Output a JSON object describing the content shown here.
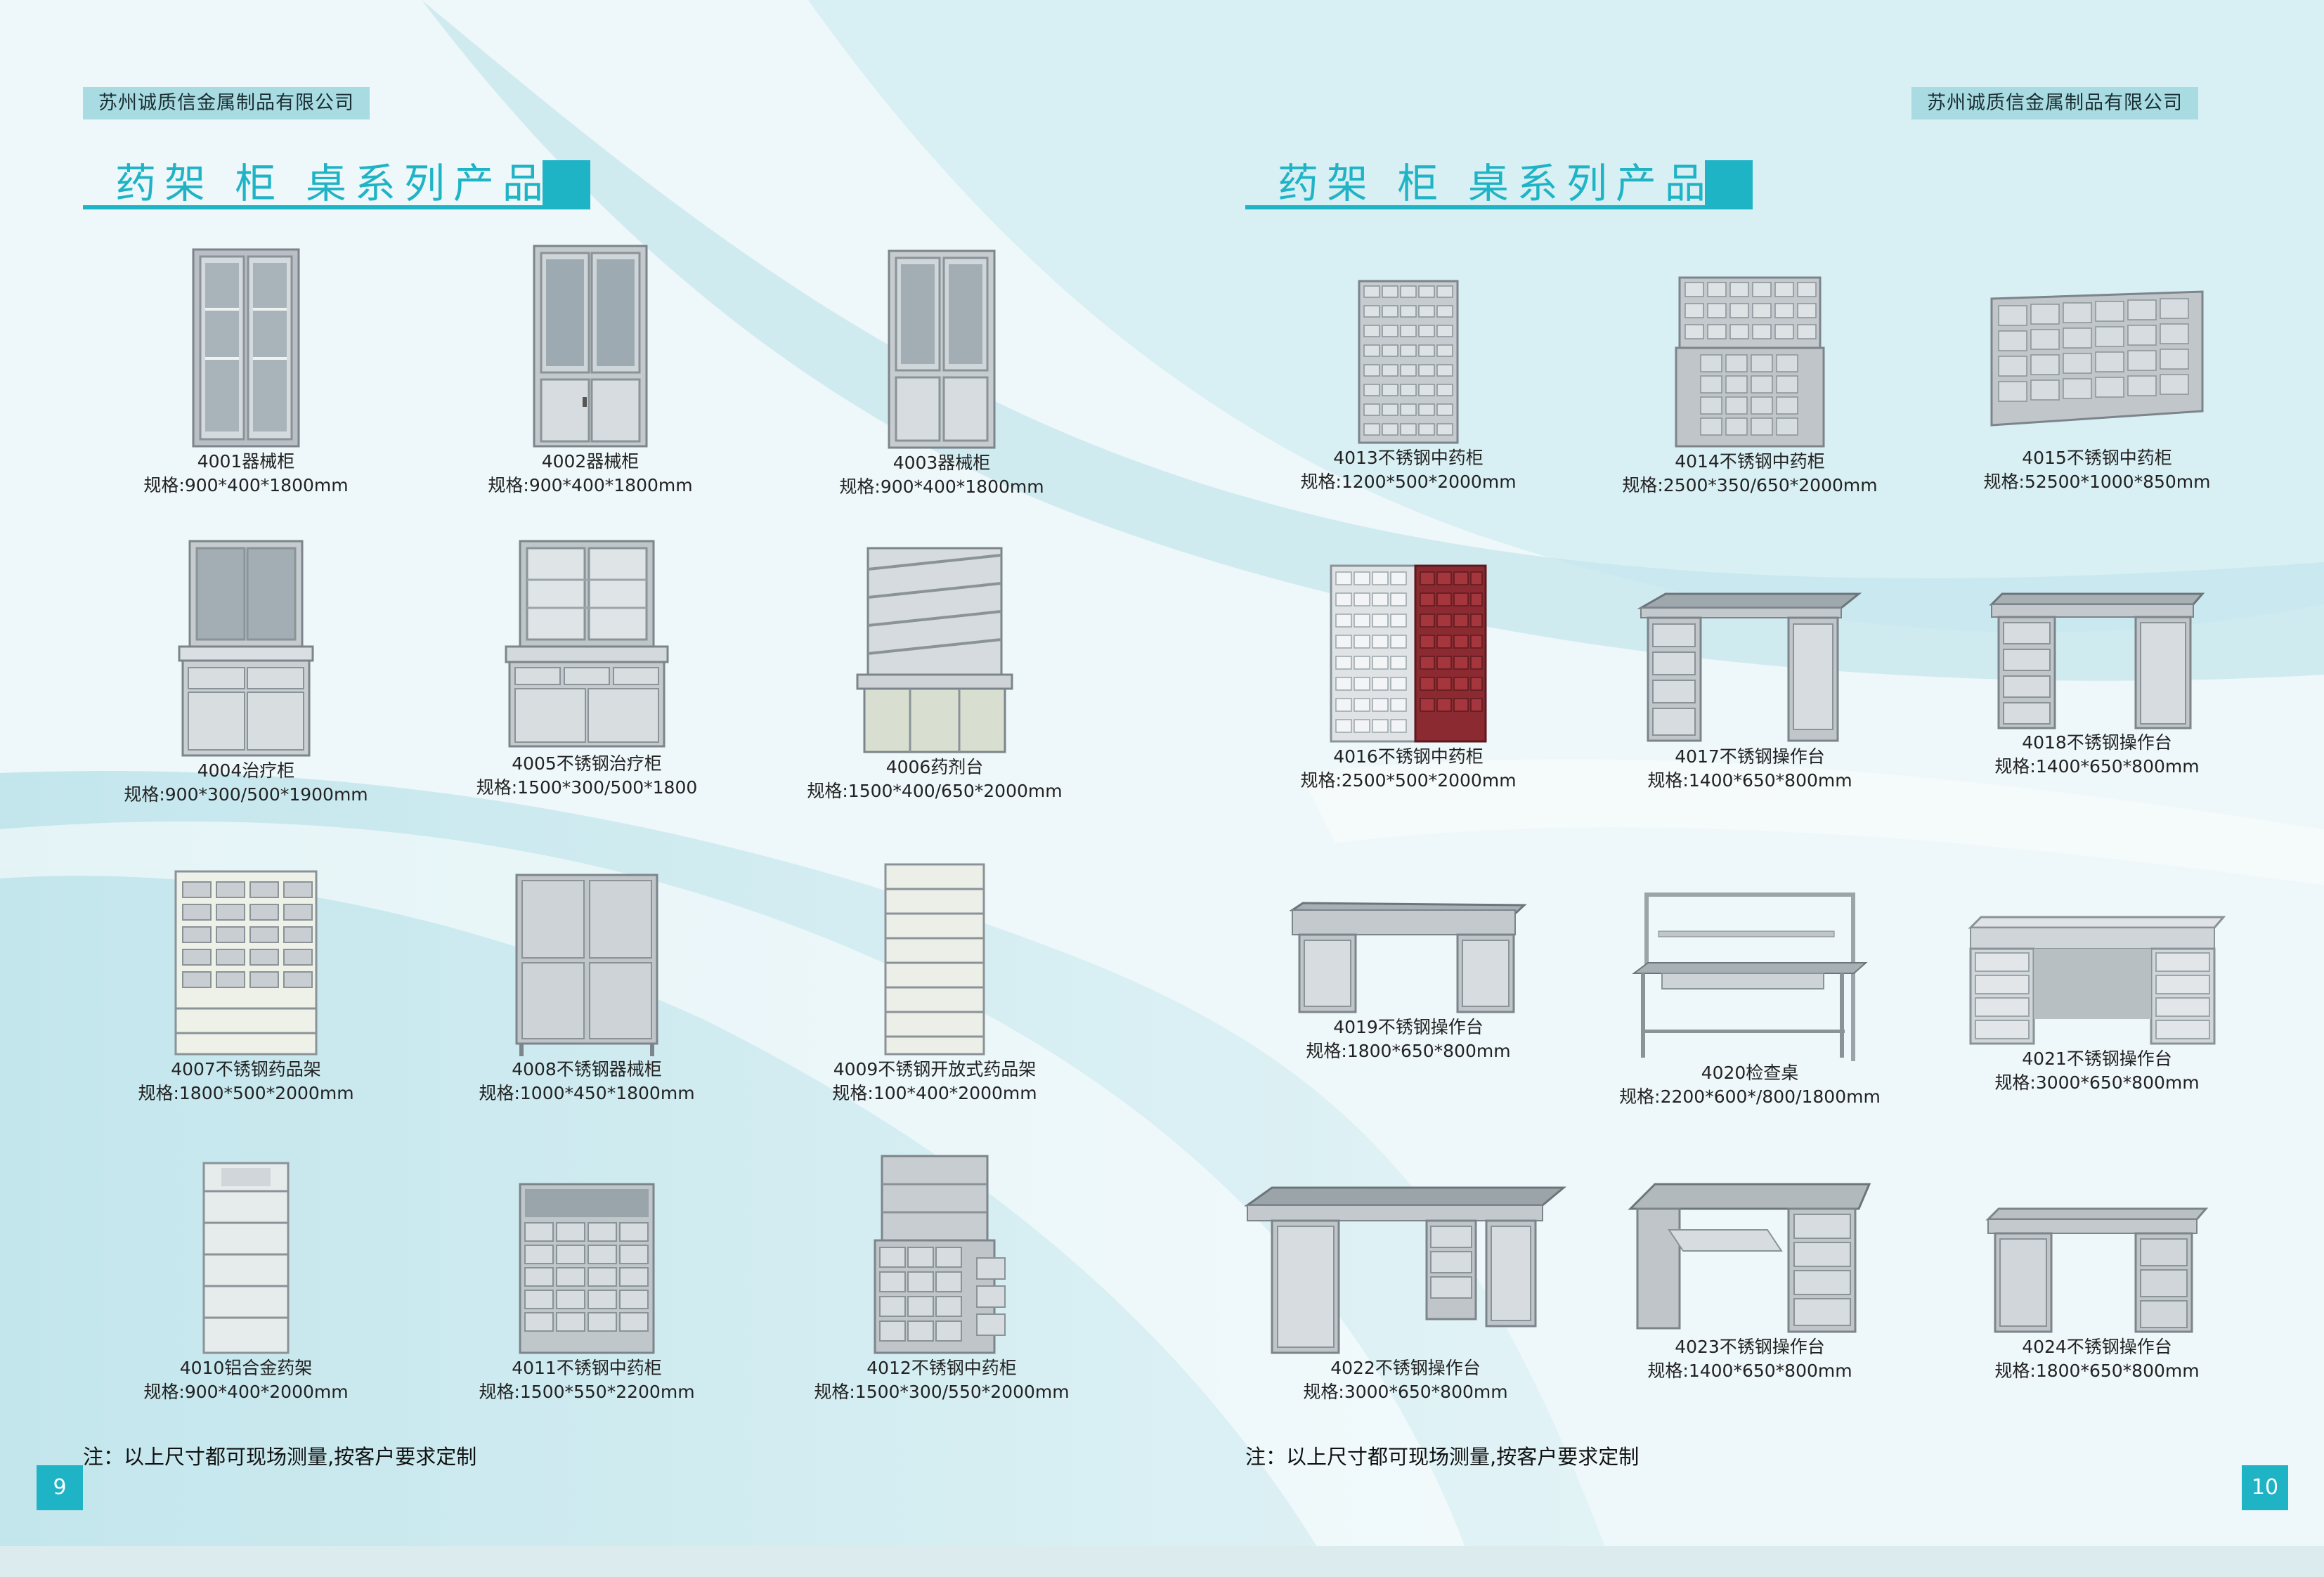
{
  "company": "苏州诚质信金属制品有限公司",
  "section_title": "药架 柜 桌系列产品",
  "note": "注：以上尺寸都可现场测量,按客户要求定制",
  "colors": {
    "accent": "#1fb3c6",
    "company_bg": "#a9dce2"
  },
  "left_page": {
    "page_number": "9",
    "products": [
      {
        "name": "4001器械柜",
        "spec": "规格:900*400*1800mm"
      },
      {
        "name": "4002器械柜",
        "spec": "规格:900*400*1800mm"
      },
      {
        "name": "4003器械柜",
        "spec": "规格:900*400*1800mm"
      },
      {
        "name": "4004治疗柜",
        "spec": "规格:900*300/500*1900mm"
      },
      {
        "name": "4005不锈钢治疗柜",
        "spec": "规格:1500*300/500*1800"
      },
      {
        "name": "4006药剂台",
        "spec": "规格:1500*400/650*2000mm"
      },
      {
        "name": "4007不锈钢药品架",
        "spec": "规格:1800*500*2000mm"
      },
      {
        "name": "4008不锈钢器械柜",
        "spec": "规格:1000*450*1800mm"
      },
      {
        "name": "4009不锈钢开放式药品架",
        "spec": "规格:100*400*2000mm"
      },
      {
        "name": "4010铝合金药架",
        "spec": "规格:900*400*2000mm"
      },
      {
        "name": "4011不锈钢中药柜",
        "spec": "规格:1500*550*2200mm"
      },
      {
        "name": "4012不锈钢中药柜",
        "spec": "规格:1500*300/550*2000mm"
      }
    ]
  },
  "right_page": {
    "page_number": "10",
    "products": [
      {
        "name": "4013不锈钢中药柜",
        "spec": "规格:1200*500*2000mm"
      },
      {
        "name": "4014不锈钢中药柜",
        "spec": "规格:2500*350/650*2000mm"
      },
      {
        "name": "4015不锈钢中药柜",
        "spec": "规格:52500*1000*850mm"
      },
      {
        "name": "4016不锈钢中药柜",
        "spec": "规格:2500*500*2000mm"
      },
      {
        "name": "4017不锈钢操作台",
        "spec": "规格:1400*650*800mm"
      },
      {
        "name": "4018不锈钢操作台",
        "spec": "规格:1400*650*800mm"
      },
      {
        "name": "4019不锈钢操作台",
        "spec": "规格:1800*650*800mm"
      },
      {
        "name": "4020检查桌",
        "spec": "规格:2200*600*/800/1800mm"
      },
      {
        "name": "4021不锈钢操作台",
        "spec": "规格:3000*650*800mm"
      },
      {
        "name": "4022不锈钢操作台",
        "spec": "规格:3000*650*800mm"
      },
      {
        "name": "4023不锈钢操作台",
        "spec": "规格:1400*650*800mm"
      },
      {
        "name": "4024不锈钢操作台",
        "spec": "规格:1800*650*800mm"
      }
    ]
  }
}
